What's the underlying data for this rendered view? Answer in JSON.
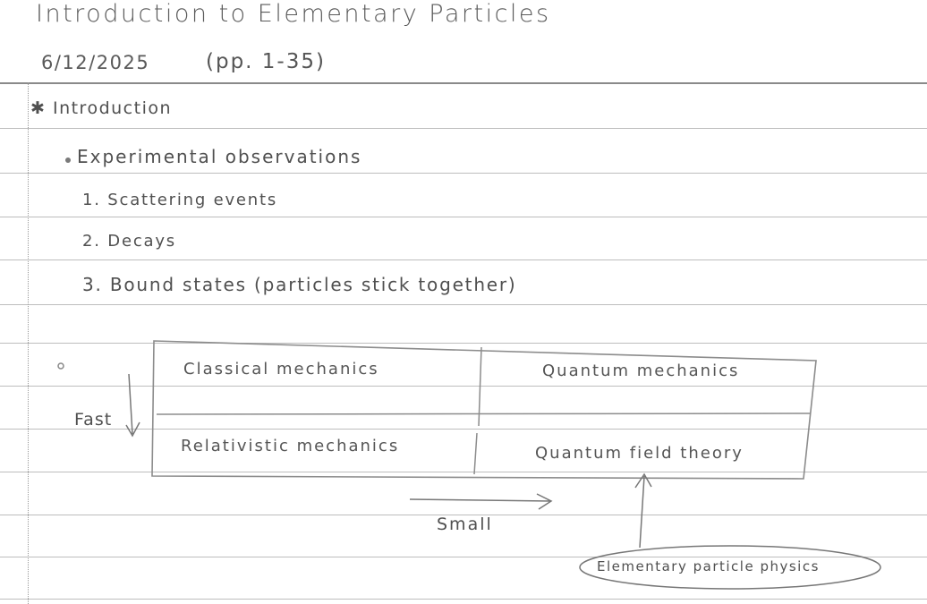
{
  "header": {
    "title": "Introduction to Elementary Particles",
    "date": "6/12/2025",
    "pages": "(pp. 1-35)"
  },
  "notes": {
    "heading": "✱ Introduction",
    "bullet": "Experimental observations",
    "items": [
      "1. Scattering events",
      "2. Decays",
      "3. Bound states (particles stick together)"
    ]
  },
  "diagram": {
    "cells": {
      "classical": "Classical mechanics",
      "quantum": "Quantum mechanics",
      "relativistic": "Relativistic mechanics",
      "qft": "Quantum field theory"
    },
    "axis_fast": "Fast",
    "axis_small": "Small",
    "callout": "Elementary particle physics"
  }
}
